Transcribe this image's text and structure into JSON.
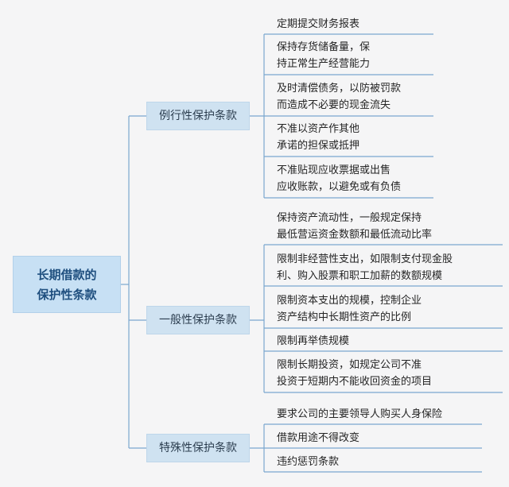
{
  "root": {
    "lines": [
      "长期借款的",
      "保护性条款"
    ]
  },
  "branches": [
    {
      "label": "例行性保护条款",
      "items": [
        {
          "lines": [
            "定期提交财务报表"
          ]
        },
        {
          "lines": [
            "保持存货储备量，保",
            "持正常生产经营能力"
          ]
        },
        {
          "lines": [
            "及时清偿债务，以防被罚款",
            "而造成不必要的现金流失"
          ]
        },
        {
          "lines": [
            "不准以资产作其他",
            "承诺的担保或抵押"
          ]
        },
        {
          "lines": [
            "不准贴现应收票据或出售",
            "应收账款，以避免或有负债"
          ]
        }
      ]
    },
    {
      "label": "一般性保护条款",
      "items": [
        {
          "lines": [
            "保持资产流动性，一般规定保持",
            "最低营运资金数额和最低流动比率"
          ]
        },
        {
          "lines": [
            "限制非经营性支出，如限制支付现金股",
            "利、购入股票和职工加薪的数额规模"
          ]
        },
        {
          "lines": [
            "限制资本支出的规模，控制企业",
            "资产结构中长期性资产的比例"
          ]
        },
        {
          "lines": [
            "限制再举债规模"
          ]
        },
        {
          "lines": [
            "限制长期投资，如规定公司不准",
            "投资于短期内不能收回资金的项目"
          ]
        }
      ]
    },
    {
      "label": "特殊性保护条款",
      "items": [
        {
          "lines": [
            "要求公司的主要领导人购买人身保险"
          ]
        },
        {
          "lines": [
            "借款用途不得改变"
          ]
        },
        {
          "lines": [
            "违约惩罚条款"
          ]
        }
      ]
    }
  ]
}
